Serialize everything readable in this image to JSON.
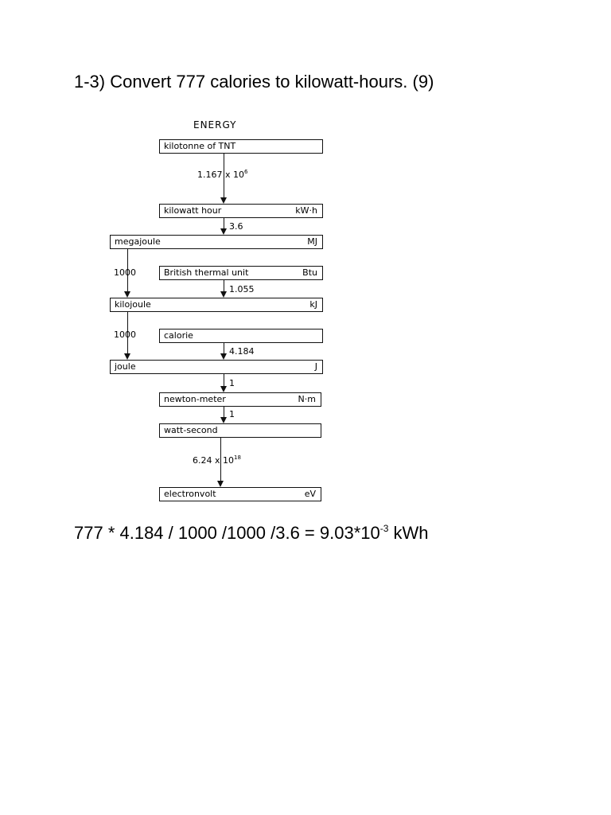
{
  "question": "1-3) Convert 777 calories to kilowatt-hours. (9)",
  "diagram": {
    "title": "ENERGY",
    "units": {
      "kilotonne": {
        "name": "kilotonne of TNT",
        "unit": ""
      },
      "kwh": {
        "name": "kilowatt hour",
        "unit": "kW·h"
      },
      "megajoule": {
        "name": "megajoule",
        "unit": "MJ"
      },
      "btu": {
        "name": "British thermal unit",
        "unit": "Btu"
      },
      "kilojoule": {
        "name": "kilojoule",
        "unit": "kJ"
      },
      "calorie": {
        "name": "calorie",
        "unit": ""
      },
      "joule": {
        "name": "joule",
        "unit": "J"
      },
      "newton_meter": {
        "name": "newton-meter",
        "unit": "N·m"
      },
      "watt_second": {
        "name": "watt-second",
        "unit": ""
      },
      "electronvolt": {
        "name": "electronvolt",
        "unit": "eV"
      }
    },
    "factors": {
      "tnt_to_kwh": {
        "base": "1.167 x 10",
        "exp": "6"
      },
      "kwh_to_mj": "3.6",
      "mj_to_kj": "1000",
      "btu_to_kj": "1.055",
      "kj_to_j": "1000",
      "cal_to_j": "4.184",
      "j_to_nm": "1",
      "nm_to_ws": "1",
      "ws_to_ev": {
        "base": "6.24 x 10",
        "exp": "18"
      }
    }
  },
  "answer": {
    "expression": "777 * 4.184 / 1000 /1000 /3.6 = 9.03*10",
    "exponent": "-3",
    "unit": " kWh"
  }
}
